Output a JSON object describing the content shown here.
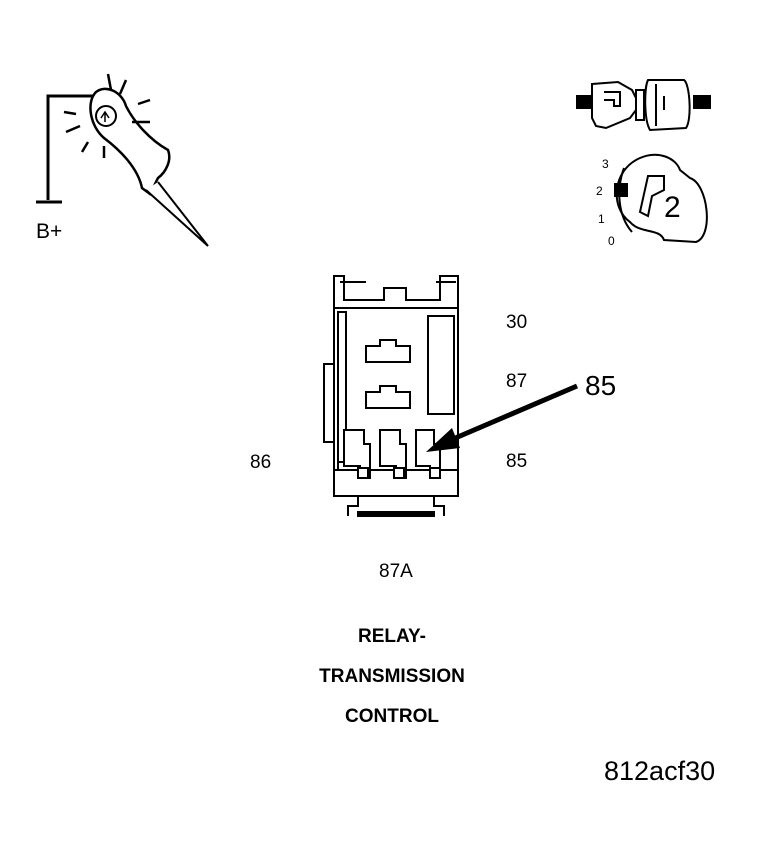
{
  "probe": {
    "supply_label": "B+"
  },
  "ignition": {
    "key_number": "2",
    "positions": [
      "3",
      "2",
      "1",
      "0"
    ]
  },
  "relay": {
    "pins": {
      "p30": "30",
      "p87": "87",
      "p85": "85",
      "p86": "86",
      "p87a": "87A"
    },
    "callout": "85"
  },
  "title": {
    "line1": "RELAY-",
    "line2": "TRANSMISSION",
    "line3": "CONTROL"
  },
  "figure_id": "812acf30"
}
